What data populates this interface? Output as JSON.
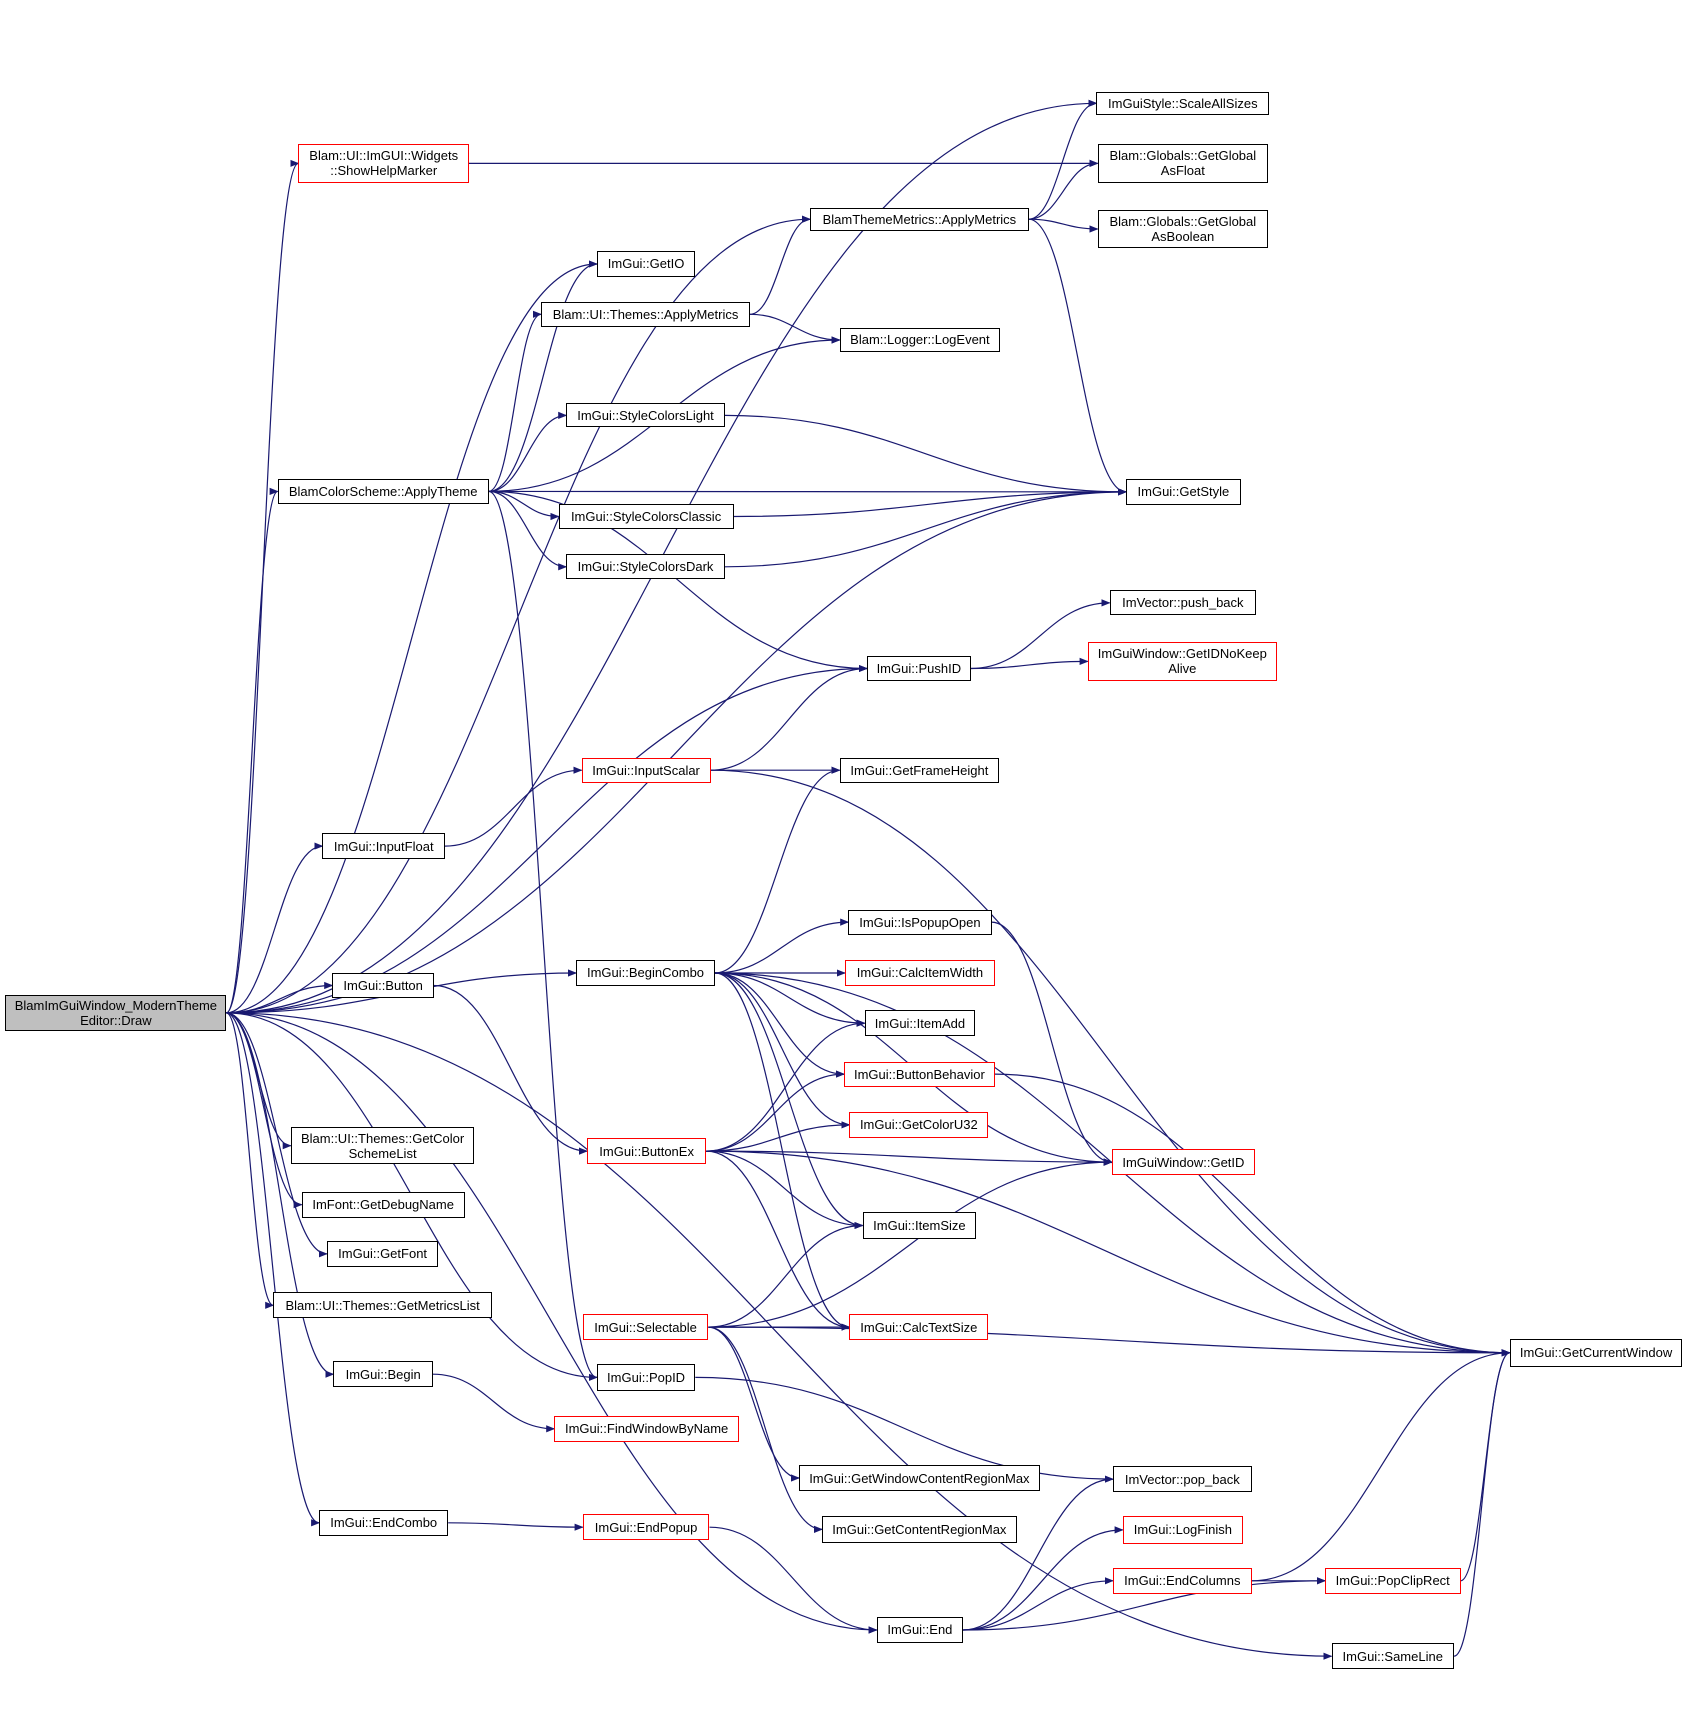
{
  "colors": {
    "edge": "#191970",
    "border_normal": "#000000",
    "border_incomplete": "#ff0000",
    "root_fill": "#bfbfbf"
  },
  "nodes": {
    "draw": "BlamImGuiWindow_ModernTheme\nEditor::Draw",
    "scale_all_sizes": "ImGuiStyle::ScaleAllSizes",
    "show_help_marker": "Blam::UI::ImGUI::Widgets\n::ShowHelpMarker",
    "get_global_as_float": "Blam::Globals::GetGlobal\nAsFloat",
    "theme_metrics_apply": "BlamThemeMetrics::ApplyMetrics",
    "get_global_as_boolean": "Blam::Globals::GetGlobal\nAsBoolean",
    "get_io": "ImGui::GetIO",
    "themes_apply_metrics": "Blam::UI::Themes::ApplyMetrics",
    "log_event": "Blam::Logger::LogEvent",
    "style_colors_light": "ImGui::StyleColorsLight",
    "apply_theme": "BlamColorScheme::ApplyTheme",
    "get_style": "ImGui::GetStyle",
    "style_colors_classic": "ImGui::StyleColorsClassic",
    "style_colors_dark": "ImGui::StyleColorsDark",
    "push_back": "ImVector::push_back",
    "push_id": "ImGui::PushID",
    "get_id_no_keep_alive": "ImGuiWindow::GetIDNoKeep\nAlive",
    "input_scalar": "ImGui::InputScalar",
    "get_frame_height": "ImGui::GetFrameHeight",
    "input_float": "ImGui::InputFloat",
    "is_popup_open": "ImGui::IsPopupOpen",
    "begin_combo": "ImGui::BeginCombo",
    "calc_item_width": "ImGui::CalcItemWidth",
    "button": "ImGui::Button",
    "item_add": "ImGui::ItemAdd",
    "button_behavior": "ImGui::ButtonBehavior",
    "get_color_u32": "ImGui::GetColorU32",
    "get_color_scheme_list": "Blam::UI::Themes::GetColor\nSchemeList",
    "button_ex": "ImGui::ButtonEx",
    "window_get_id": "ImGuiWindow::GetID",
    "get_debug_name": "ImFont::GetDebugName",
    "item_size": "ImGui::ItemSize",
    "get_font": "ImGui::GetFont",
    "get_metrics_list": "Blam::UI::Themes::GetMetricsList",
    "selectable": "ImGui::Selectable",
    "calc_text_size": "ImGui::CalcTextSize",
    "get_current_window": "ImGui::GetCurrentWindow",
    "begin": "ImGui::Begin",
    "pop_id": "ImGui::PopID",
    "find_window_by_name": "ImGui::FindWindowByName",
    "get_window_content_region_max": "ImGui::GetWindowContentRegionMax",
    "pop_back": "ImVector::pop_back",
    "end_combo": "ImGui::EndCombo",
    "end_popup": "ImGui::EndPopup",
    "get_content_region_max": "ImGui::GetContentRegionMax",
    "log_finish": "ImGui::LogFinish",
    "end_columns": "ImGui::EndColumns",
    "pop_clip_rect": "ImGui::PopClipRect",
    "end": "ImGui::End",
    "same_line": "ImGui::SameLine"
  },
  "edges": [
    [
      "draw",
      "scale_all_sizes"
    ],
    [
      "draw",
      "show_help_marker"
    ],
    [
      "draw",
      "theme_metrics_apply"
    ],
    [
      "draw",
      "get_io"
    ],
    [
      "draw",
      "apply_theme"
    ],
    [
      "draw",
      "get_style"
    ],
    [
      "draw",
      "push_id"
    ],
    [
      "draw",
      "input_float"
    ],
    [
      "draw",
      "begin_combo"
    ],
    [
      "draw",
      "button"
    ],
    [
      "draw",
      "pop_id"
    ],
    [
      "draw",
      "get_color_scheme_list"
    ],
    [
      "draw",
      "get_debug_name"
    ],
    [
      "draw",
      "get_font"
    ],
    [
      "draw",
      "get_metrics_list"
    ],
    [
      "draw",
      "begin"
    ],
    [
      "draw",
      "end_combo"
    ],
    [
      "draw",
      "end"
    ],
    [
      "draw",
      "same_line"
    ],
    [
      "show_help_marker",
      "get_global_as_float"
    ],
    [
      "theme_metrics_apply",
      "scale_all_sizes"
    ],
    [
      "theme_metrics_apply",
      "get_global_as_float"
    ],
    [
      "theme_metrics_apply",
      "get_global_as_boolean"
    ],
    [
      "theme_metrics_apply",
      "get_style"
    ],
    [
      "themes_apply_metrics",
      "theme_metrics_apply"
    ],
    [
      "themes_apply_metrics",
      "log_event"
    ],
    [
      "apply_theme",
      "get_io"
    ],
    [
      "apply_theme",
      "themes_apply_metrics"
    ],
    [
      "apply_theme",
      "log_event"
    ],
    [
      "apply_theme",
      "style_colors_light"
    ],
    [
      "apply_theme",
      "get_style"
    ],
    [
      "apply_theme",
      "style_colors_classic"
    ],
    [
      "apply_theme",
      "style_colors_dark"
    ],
    [
      "apply_theme",
      "push_id"
    ],
    [
      "apply_theme",
      "pop_id"
    ],
    [
      "style_colors_light",
      "get_style"
    ],
    [
      "style_colors_classic",
      "get_style"
    ],
    [
      "style_colors_dark",
      "get_style"
    ],
    [
      "push_id",
      "push_back"
    ],
    [
      "push_id",
      "get_id_no_keep_alive"
    ],
    [
      "input_float",
      "input_scalar"
    ],
    [
      "input_scalar",
      "push_id"
    ],
    [
      "input_scalar",
      "get_frame_height"
    ],
    [
      "input_scalar",
      "get_current_window"
    ],
    [
      "begin_combo",
      "get_frame_height"
    ],
    [
      "begin_combo",
      "get_current_window"
    ],
    [
      "begin_combo",
      "window_get_id"
    ],
    [
      "begin_combo",
      "is_popup_open"
    ],
    [
      "begin_combo",
      "calc_item_width"
    ],
    [
      "begin_combo",
      "item_add"
    ],
    [
      "begin_combo",
      "button_behavior"
    ],
    [
      "begin_combo",
      "get_color_u32"
    ],
    [
      "begin_combo",
      "item_size"
    ],
    [
      "begin_combo",
      "calc_text_size"
    ],
    [
      "is_popup_open",
      "window_get_id"
    ],
    [
      "button",
      "button_ex"
    ],
    [
      "button_ex",
      "item_add"
    ],
    [
      "button_ex",
      "button_behavior"
    ],
    [
      "button_ex",
      "get_color_u32"
    ],
    [
      "button_ex",
      "window_get_id"
    ],
    [
      "button_ex",
      "item_size"
    ],
    [
      "button_ex",
      "calc_text_size"
    ],
    [
      "button_ex",
      "get_current_window"
    ],
    [
      "button_behavior",
      "get_current_window"
    ],
    [
      "selectable",
      "item_size"
    ],
    [
      "selectable",
      "calc_text_size"
    ],
    [
      "selectable",
      "window_get_id"
    ],
    [
      "selectable",
      "get_current_window"
    ],
    [
      "selectable",
      "get_window_content_region_max"
    ],
    [
      "selectable",
      "get_content_region_max"
    ],
    [
      "begin",
      "find_window_by_name"
    ],
    [
      "pop_id",
      "pop_back"
    ],
    [
      "end_combo",
      "end_popup"
    ],
    [
      "end_popup",
      "end"
    ],
    [
      "end",
      "pop_back"
    ],
    [
      "end",
      "log_finish"
    ],
    [
      "end",
      "end_columns"
    ],
    [
      "end",
      "pop_clip_rect"
    ],
    [
      "end_columns",
      "pop_clip_rect"
    ],
    [
      "end_columns",
      "get_current_window"
    ],
    [
      "pop_clip_rect",
      "get_current_window"
    ],
    [
      "same_line",
      "get_current_window"
    ]
  ]
}
